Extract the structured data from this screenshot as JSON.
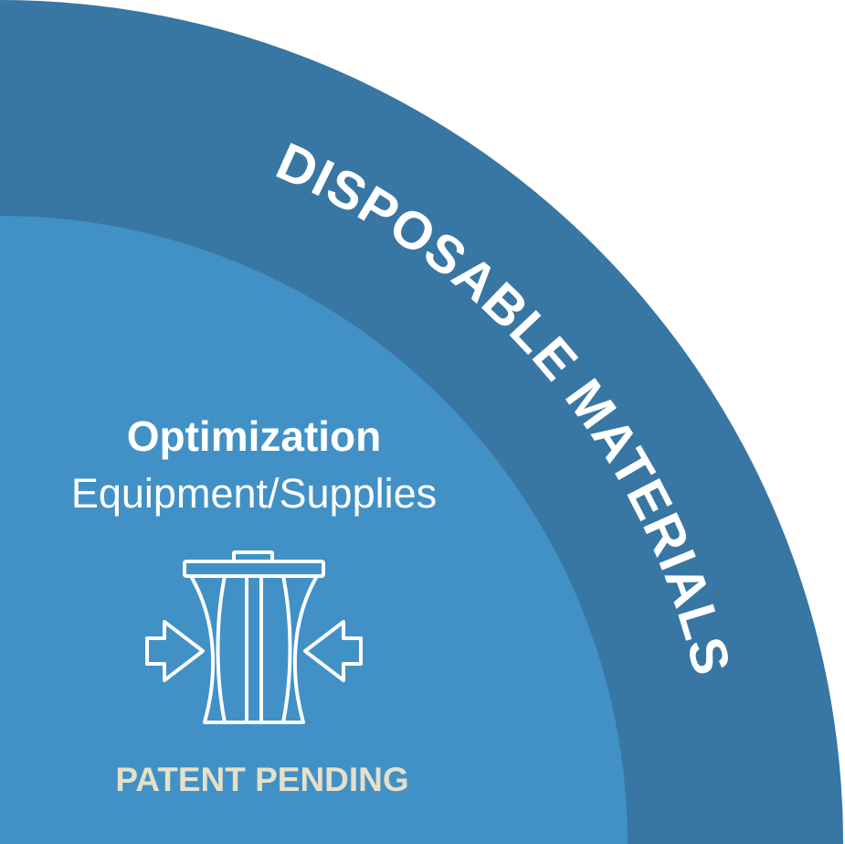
{
  "outer_ring": {
    "label": "DISPOSABLE MATERIALS",
    "color": "#3876a3"
  },
  "inner_area": {
    "color": "#4191c6",
    "heading": "Optimization",
    "subheading": "Equipment/Supplies",
    "icon": "compressed-trash-can-icon",
    "badge": "PATENT PENDING",
    "badge_color": "#e6e0c8"
  }
}
